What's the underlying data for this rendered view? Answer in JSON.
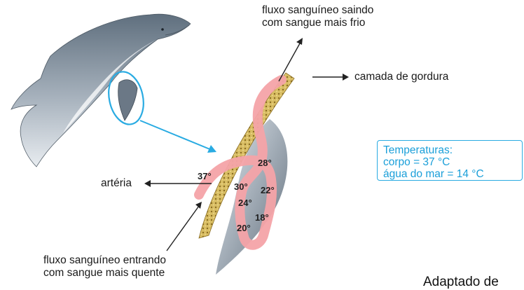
{
  "labels": {
    "flow_out_line1": "fluxo sanguíneo saindo",
    "flow_out_line2": "com sangue mais frio",
    "fat_layer": "camada de gordura",
    "artery": "artéria",
    "flow_in_line1": "fluxo sanguíneo entrando",
    "flow_in_line2": "com sangue mais quente"
  },
  "temperatures_box": {
    "title": "Temperaturas:",
    "body": "corpo = 37 °C",
    "sea_water": "água do mar = 14 °C"
  },
  "vessel_temperatures": [
    "37°",
    "30°",
    "24°",
    "20°",
    "28°",
    "22°",
    "18°"
  ],
  "credit": "Adaptado de",
  "colors": {
    "accent_blue": "#29abe2",
    "vessel_pink": "#f4a3a8",
    "fat_yellow": "#c8a94a",
    "fin_gray": "#7f8c9a"
  }
}
